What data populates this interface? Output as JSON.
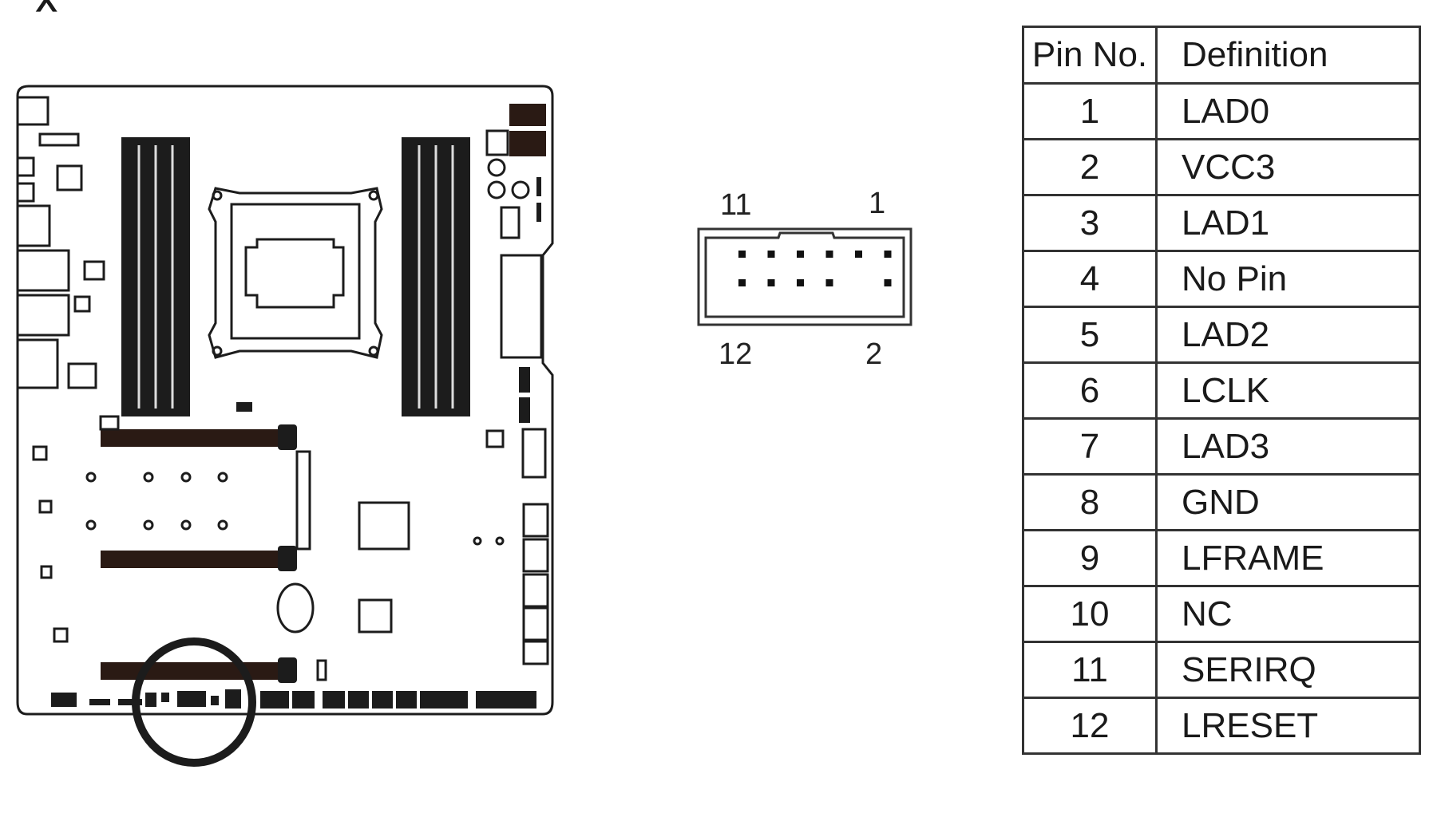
{
  "figure": {
    "header_glyph": "⅄",
    "connector_labels": {
      "top_left": "11",
      "top_right": "1",
      "bottom_left": "12",
      "bottom_right": "2"
    },
    "connector": {
      "rows": 2,
      "columns": 6,
      "missing_pin": 4
    },
    "highlight_icon": "circle-highlight-icon"
  },
  "table": {
    "headers": [
      "Pin No.",
      "Definition"
    ],
    "rows": [
      {
        "pin": "1",
        "definition": "LAD0"
      },
      {
        "pin": "2",
        "definition": "VCC3"
      },
      {
        "pin": "3",
        "definition": "LAD1"
      },
      {
        "pin": "4",
        "definition": "No Pin"
      },
      {
        "pin": "5",
        "definition": "LAD2"
      },
      {
        "pin": "6",
        "definition": "LCLK"
      },
      {
        "pin": "7",
        "definition": "LAD3"
      },
      {
        "pin": "8",
        "definition": "GND"
      },
      {
        "pin": "9",
        "definition": "LFRAME"
      },
      {
        "pin": "10",
        "definition": "NC"
      },
      {
        "pin": "11",
        "definition": "SERIRQ"
      },
      {
        "pin": "12",
        "definition": "LRESET"
      }
    ]
  },
  "colors": {
    "line": "#1c1c1c",
    "slot_fill": "#2a1a14",
    "table_border": "#333333"
  }
}
